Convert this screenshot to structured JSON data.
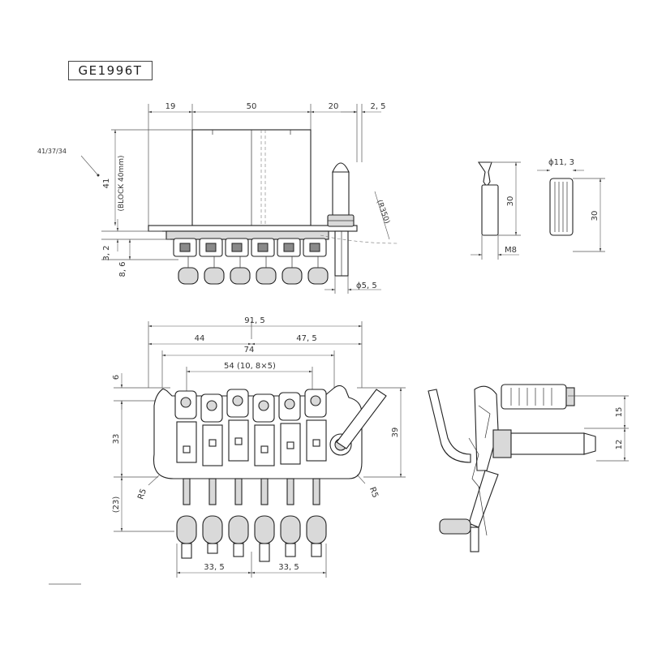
{
  "model": "GE1996T",
  "dims": {
    "top_19": "19",
    "top_50": "50",
    "top_20": "20",
    "top_2_5": "2, 5",
    "string_spacing": "41/37/34",
    "height_41": "41",
    "block": "(BLOCK 40mm)",
    "radius_350": "(R350)",
    "dim_3_2": "3, 2",
    "dim_8_6": "8, 6",
    "arm_dia": "ϕ5, 5",
    "key_30": "30",
    "key_m8": "M8",
    "knob_dia": "ϕ11, 3",
    "knob_30": "30",
    "width_91_5": "91, 5",
    "width_44": "44",
    "width_47_5": "47, 5",
    "width_74": "74",
    "width_54": "54 (10, 8×5)",
    "dim_6": "6",
    "dim_33": "33",
    "dim_23": "(23)",
    "radius_left": "R5",
    "radius_right": "R5",
    "dim_39": "39",
    "bottom_33_5_a": "33, 5",
    "bottom_33_5_b": "33, 5",
    "side_15": "15",
    "side_12": "12"
  }
}
